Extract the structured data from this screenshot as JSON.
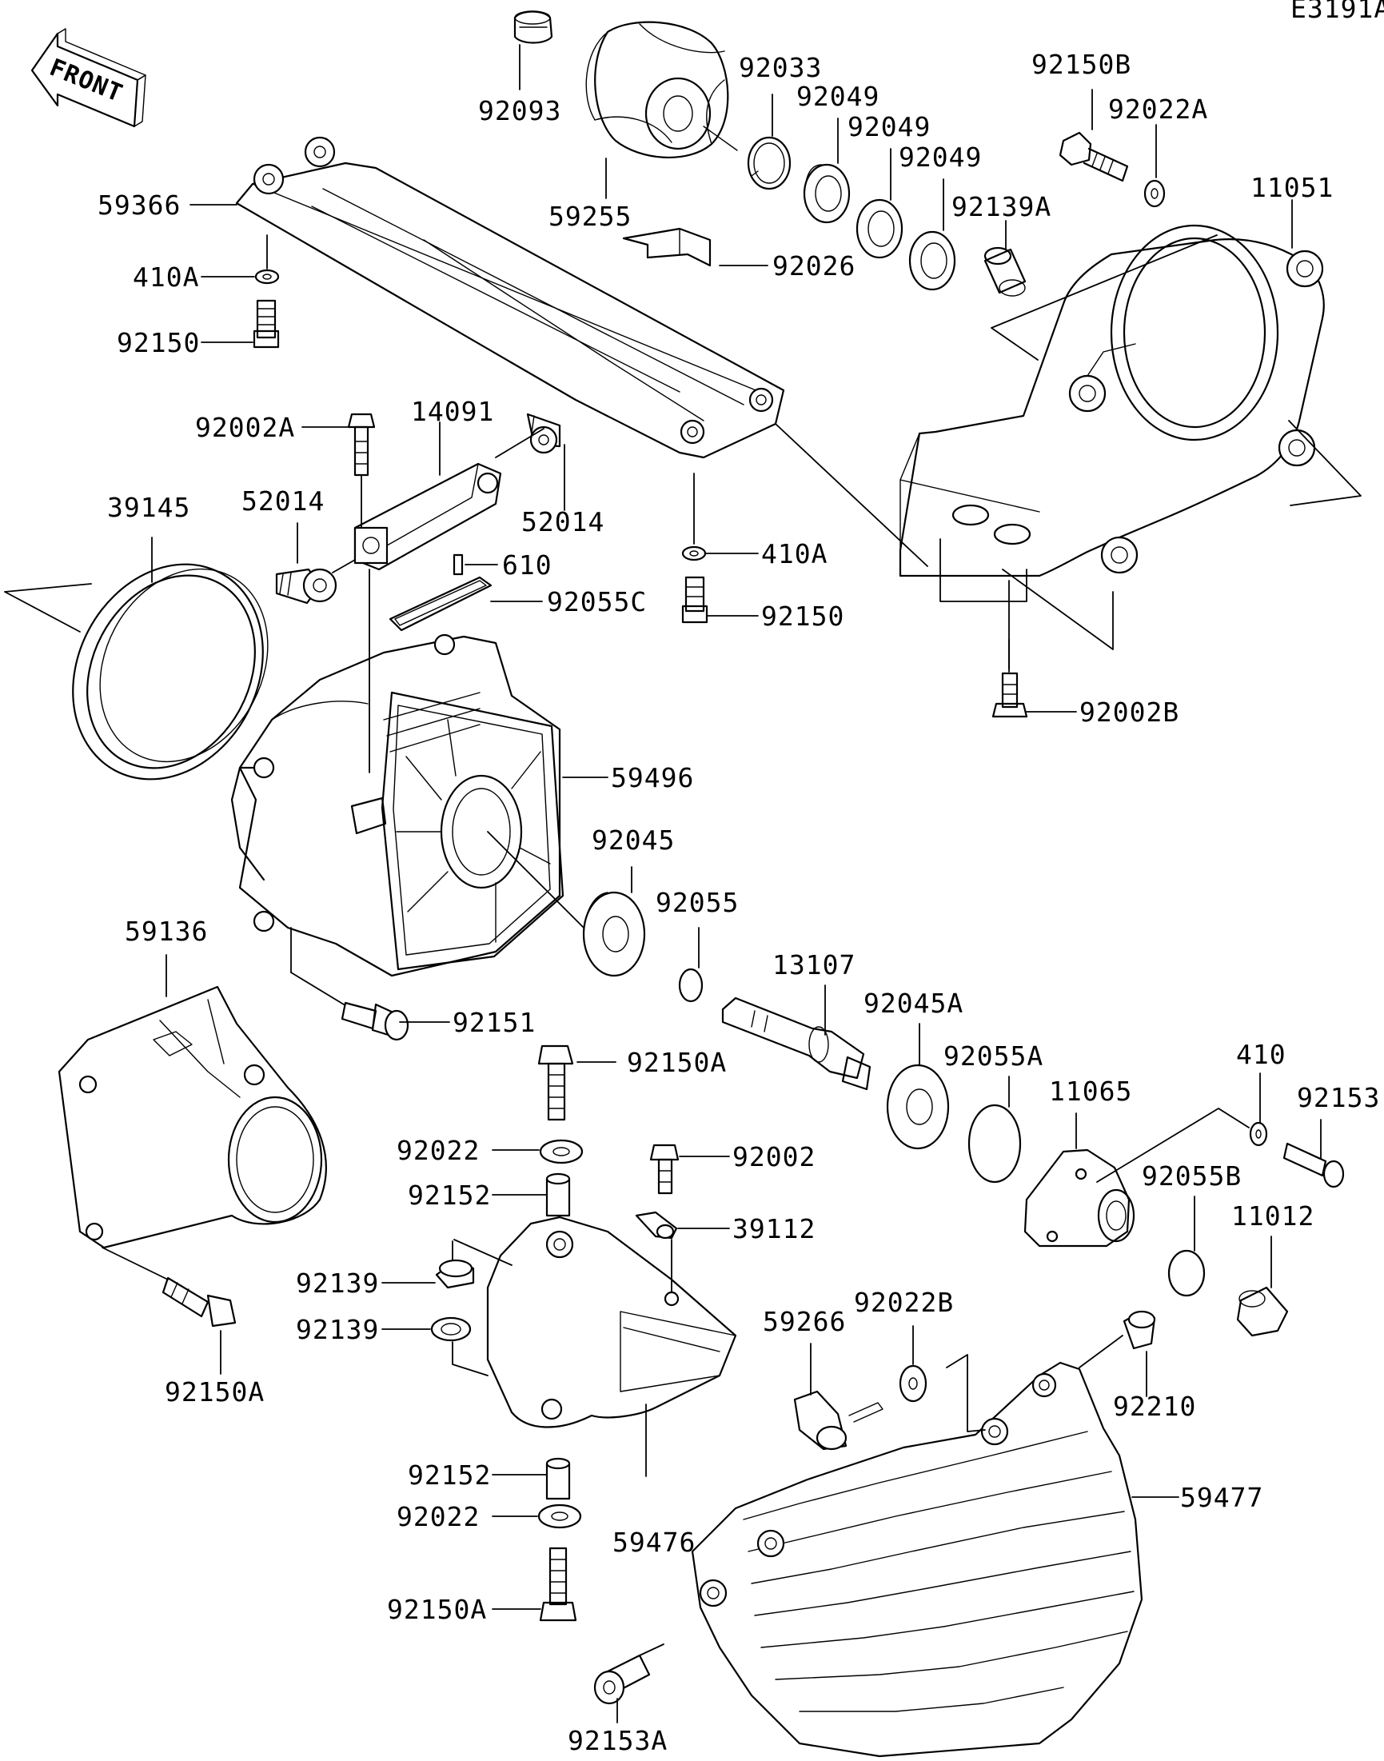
{
  "diagram": {
    "code": "E3191A",
    "front_label": "FRONT",
    "parts": [
      {
        "id": "p-92093",
        "number": "92093"
      },
      {
        "id": "p-92033",
        "number": "92033"
      },
      {
        "id": "p-92049-1",
        "number": "92049"
      },
      {
        "id": "p-92049-2",
        "number": "92049"
      },
      {
        "id": "p-92049-3",
        "number": "92049"
      },
      {
        "id": "p-92139A",
        "number": "92139A"
      },
      {
        "id": "p-59255",
        "number": "59255"
      },
      {
        "id": "p-92026",
        "number": "92026"
      },
      {
        "id": "p-92150B",
        "number": "92150B"
      },
      {
        "id": "p-92022A",
        "number": "92022A"
      },
      {
        "id": "p-11051",
        "number": "11051"
      },
      {
        "id": "p-59366",
        "number": "59366"
      },
      {
        "id": "p-410A-top",
        "number": "410A"
      },
      {
        "id": "p-92150-top",
        "number": "92150"
      },
      {
        "id": "p-92002A",
        "number": "92002A"
      },
      {
        "id": "p-14091",
        "number": "14091"
      },
      {
        "id": "p-39145",
        "number": "39145"
      },
      {
        "id": "p-52014-left",
        "number": "52014"
      },
      {
        "id": "p-52014-right",
        "number": "52014"
      },
      {
        "id": "p-610",
        "number": "610"
      },
      {
        "id": "p-92055C",
        "number": "92055C"
      },
      {
        "id": "p-410A-mid",
        "number": "410A"
      },
      {
        "id": "p-92150-mid",
        "number": "92150"
      },
      {
        "id": "p-92002B",
        "number": "92002B"
      },
      {
        "id": "p-59496",
        "number": "59496"
      },
      {
        "id": "p-92045",
        "number": "92045"
      },
      {
        "id": "p-92055",
        "number": "92055"
      },
      {
        "id": "p-59136",
        "number": "59136"
      },
      {
        "id": "p-13107",
        "number": "13107"
      },
      {
        "id": "p-92151",
        "number": "92151"
      },
      {
        "id": "p-92045A",
        "number": "92045A"
      },
      {
        "id": "p-92055A",
        "number": "92055A"
      },
      {
        "id": "p-410",
        "number": "410"
      },
      {
        "id": "p-11065",
        "number": "11065"
      },
      {
        "id": "p-92153",
        "number": "92153"
      },
      {
        "id": "p-92150A-top",
        "number": "92150A"
      },
      {
        "id": "p-92022-top",
        "number": "92022"
      },
      {
        "id": "p-92002",
        "number": "92002"
      },
      {
        "id": "p-92152-top",
        "number": "92152"
      },
      {
        "id": "p-39112",
        "number": "39112"
      },
      {
        "id": "p-92055B",
        "number": "92055B"
      },
      {
        "id": "p-11012",
        "number": "11012"
      },
      {
        "id": "p-92139-top",
        "number": "92139"
      },
      {
        "id": "p-92139-bottom",
        "number": "92139"
      },
      {
        "id": "p-92022B",
        "number": "92022B"
      },
      {
        "id": "p-59266",
        "number": "59266"
      },
      {
        "id": "p-92210",
        "number": "92210"
      },
      {
        "id": "p-92150A-left",
        "number": "92150A"
      },
      {
        "id": "p-92152-bottom",
        "number": "92152"
      },
      {
        "id": "p-92022-bottom",
        "number": "92022"
      },
      {
        "id": "p-59476",
        "number": "59476"
      },
      {
        "id": "p-59477",
        "number": "59477"
      },
      {
        "id": "p-92150A-bottom",
        "number": "92150A"
      },
      {
        "id": "p-92153A",
        "number": "92153A"
      }
    ]
  }
}
